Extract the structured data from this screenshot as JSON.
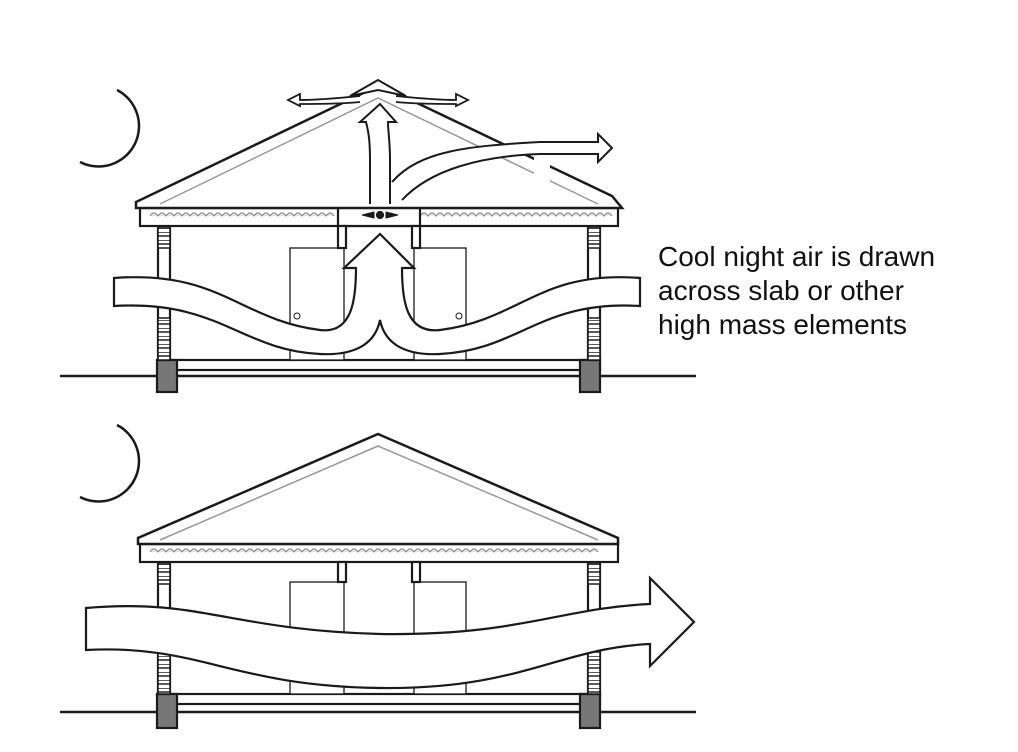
{
  "diagram": {
    "caption_lines": [
      "Cool night air is drawn",
      "across slab or other",
      "high mass elements"
    ]
  },
  "colors": {
    "line": "#1a1a1a",
    "fill": "#ffffff",
    "mass": "#555555",
    "insulation": "#bdbdbd"
  }
}
